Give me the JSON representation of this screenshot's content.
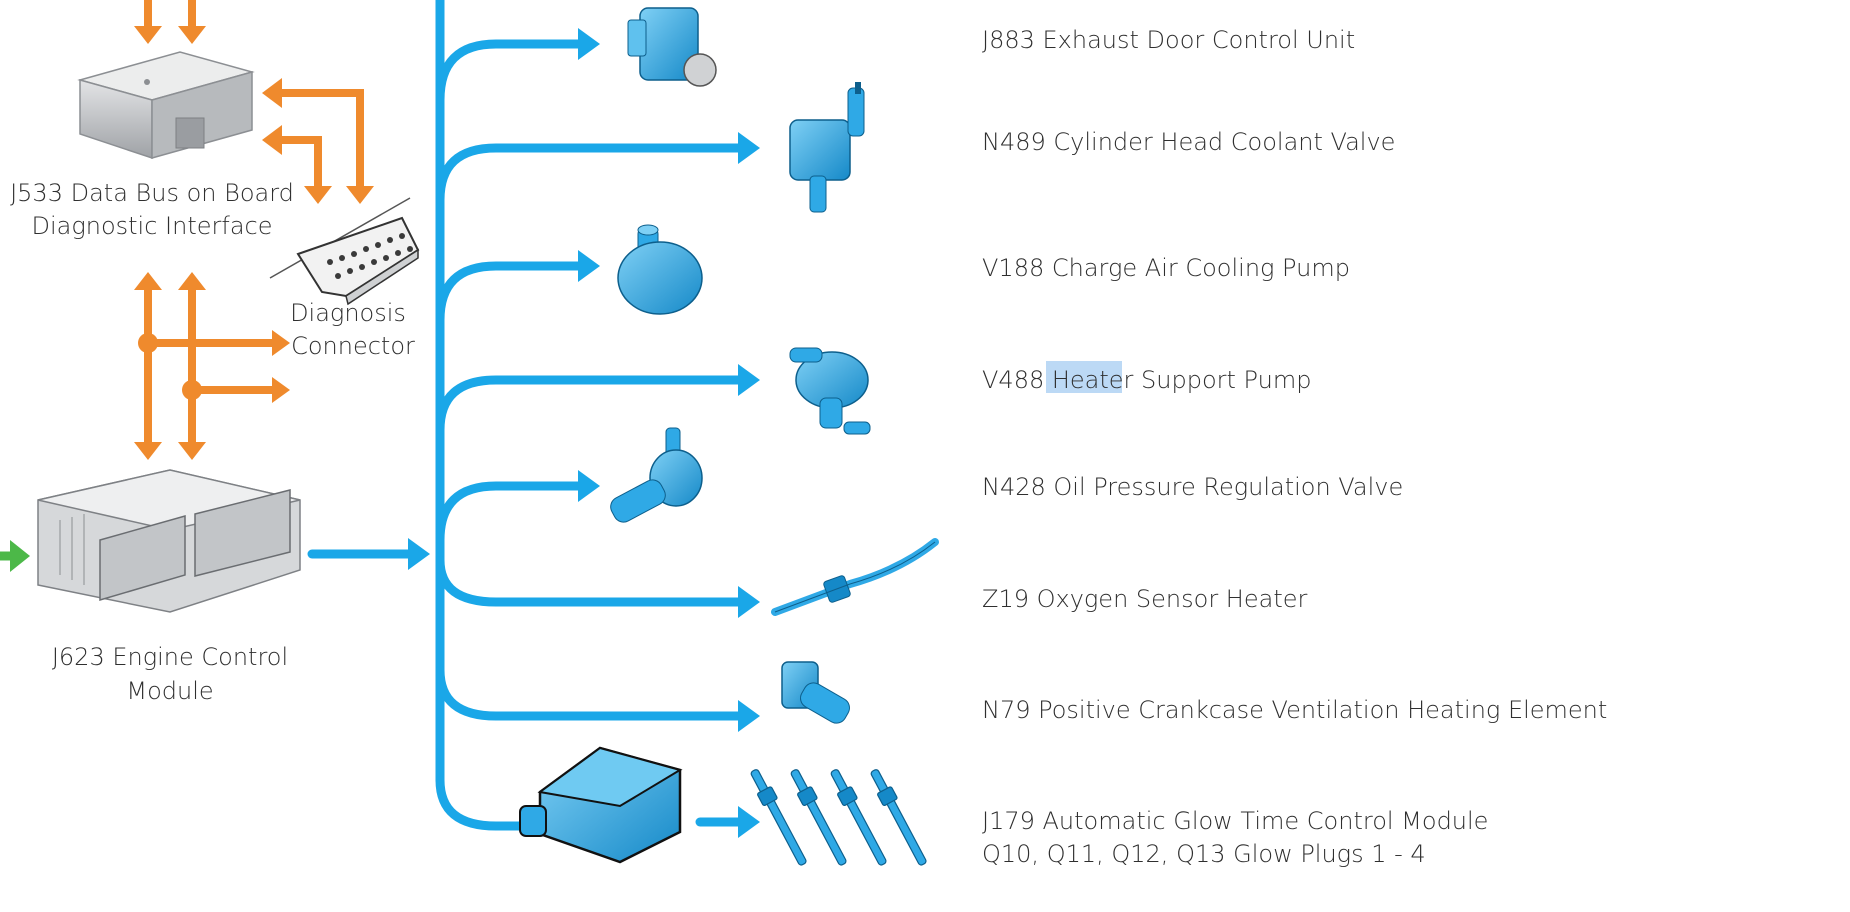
{
  "colors": {
    "blue": "#1aa7e8",
    "orange": "#ef8a2d",
    "green": "#4cb848",
    "component_blue": "#2fa9e6",
    "module_gray": "#c9cbce",
    "highlight": "#bcd9f5"
  },
  "left_labels": {
    "gateway_line1": "J533 Data Bus on Board",
    "gateway_line2": "Diagnostic Interface",
    "diag_line1": "Diagnosis",
    "diag_line2": "Connector",
    "ecm_line1": "J623 Engine Control",
    "ecm_line2": "Module"
  },
  "outputs": [
    {
      "label": "J883 Exhaust Door Control Unit",
      "icon": "exhaust-door-actuator-icon"
    },
    {
      "label": "N489 Cylinder Head Coolant Valve",
      "icon": "coolant-valve-icon"
    },
    {
      "label": "V188 Charge Air Cooling Pump",
      "icon": "charge-air-pump-icon"
    },
    {
      "label_prefix": "V488 ",
      "label_highlight": "Heater",
      "label_suffix": " Support Pump",
      "icon": "heater-pump-icon"
    },
    {
      "label": "N428 Oil Pressure Regulation Valve",
      "icon": "oil-pressure-valve-icon"
    },
    {
      "label": "Z19 Oxygen Sensor Heater",
      "icon": "oxygen-sensor-icon"
    },
    {
      "label": "N79 Positive Crankcase Ventilation Heating Element",
      "icon": "pcv-heating-element-icon"
    },
    {
      "label_line1": "J179 Automatic Glow Time Control Module",
      "label_line2": "Q10, Q11, Q12, Q13 Glow Plugs 1 - 4",
      "icon": "glow-plugs-icon"
    }
  ]
}
